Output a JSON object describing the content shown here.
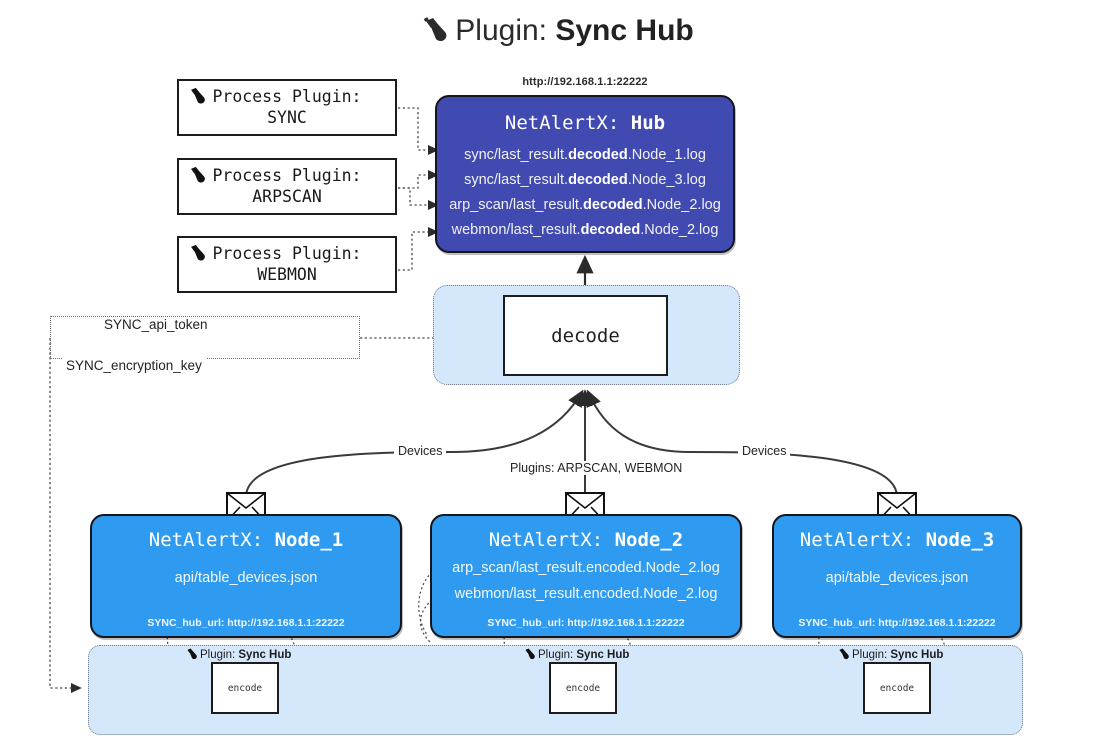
{
  "title": {
    "icon": "plug-icon",
    "prefix": "Plugin:",
    "name": "Sync Hub"
  },
  "process_plugins": [
    {
      "line1": "Process Plugin:",
      "line2": "SYNC",
      "icon": "plug-icon"
    },
    {
      "line1": "Process Plugin:",
      "line2": "ARPSCAN",
      "icon": "plug-icon"
    },
    {
      "line1": "Process Plugin:",
      "line2": "WEBMON",
      "icon": "plug-icon"
    }
  ],
  "hub": {
    "url": "http://192.168.1.1:22222",
    "title_prefix": "NetAlertX:",
    "title_name": "Hub",
    "logs": [
      {
        "pre": "sync/last_result.",
        "mid": "decoded",
        "post": ".Node_1.log"
      },
      {
        "pre": "sync/last_result.",
        "mid": "decoded",
        "post": ".Node_3.log"
      },
      {
        "pre": "arp_scan/last_result.",
        "mid": "decoded",
        "post": ".Node_2.log"
      },
      {
        "pre": "webmon/last_result.",
        "mid": "decoded",
        "post": ".Node_2.log"
      }
    ],
    "color": "#404ab0"
  },
  "decode": {
    "label": "decode",
    "container_color": "#d5e7fa"
  },
  "config_keys": [
    {
      "label": "SYNC_api_token"
    },
    {
      "label": "SYNC_encryption_key"
    }
  ],
  "edge_labels": [
    {
      "label": "Devices"
    },
    {
      "label": "Plugins: ARPSCAN, WEBMON"
    },
    {
      "label": "Devices"
    }
  ],
  "nodes": [
    {
      "title_prefix": "NetAlertX:",
      "title_name": "Node_1",
      "lines": [
        "api/table_devices.json"
      ],
      "url_key": "SYNC_hub_url:",
      "url_value": "http://192.168.1.1:22222",
      "icon": "envelope-icon",
      "color": "#2e9bf0"
    },
    {
      "title_prefix": "NetAlertX:",
      "title_name": "Node_2",
      "lines": [
        "arp_scan/last_result.encoded.Node_2.log",
        "webmon/last_result.encoded.Node_2.log"
      ],
      "url_key": "SYNC_hub_url:",
      "url_value": "http://192.168.1.1:22222",
      "icon": "envelope-icon",
      "color": "#2e9bf0"
    },
    {
      "title_prefix": "NetAlertX:",
      "title_name": "Node_3",
      "lines": [
        "api/table_devices.json"
      ],
      "url_key": "SYNC_hub_url:",
      "url_value": "http://192.168.1.1:22222",
      "icon": "envelope-icon",
      "color": "#2e9bf0"
    }
  ],
  "encoders": [
    {
      "plugin_prefix": "Plugin:",
      "plugin_name": "Sync Hub",
      "label": "encode",
      "icon": "plug-icon"
    },
    {
      "plugin_prefix": "Plugin:",
      "plugin_name": "Sync Hub",
      "label": "encode",
      "icon": "plug-icon"
    },
    {
      "plugin_prefix": "Plugin:",
      "plugin_name": "Sync Hub",
      "label": "encode",
      "icon": "plug-icon"
    }
  ]
}
